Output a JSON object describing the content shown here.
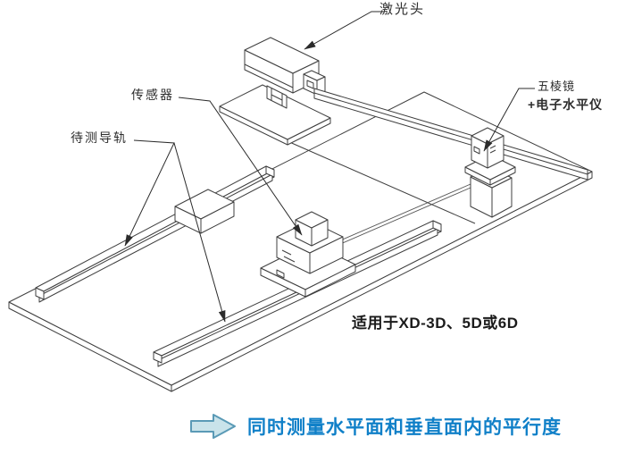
{
  "diagram": {
    "background": "#ffffff",
    "line_color": "#3f3f3f",
    "labels": {
      "laser_head": "激光头",
      "sensor": "传感器",
      "rail_under_test": "待测导轨",
      "pentaprism": "五棱镜",
      "electronic_level": "+电子水平仪"
    },
    "caption": "适用于XD-3D、5D或6D",
    "footer": {
      "arrow_icon": "right-arrow-icon",
      "arrow_fill": "#c9e3ea",
      "arrow_stroke": "#5a9ab6",
      "text": "同时测量水平面和垂直面内的平行度",
      "text_color": "#1080c8"
    }
  }
}
